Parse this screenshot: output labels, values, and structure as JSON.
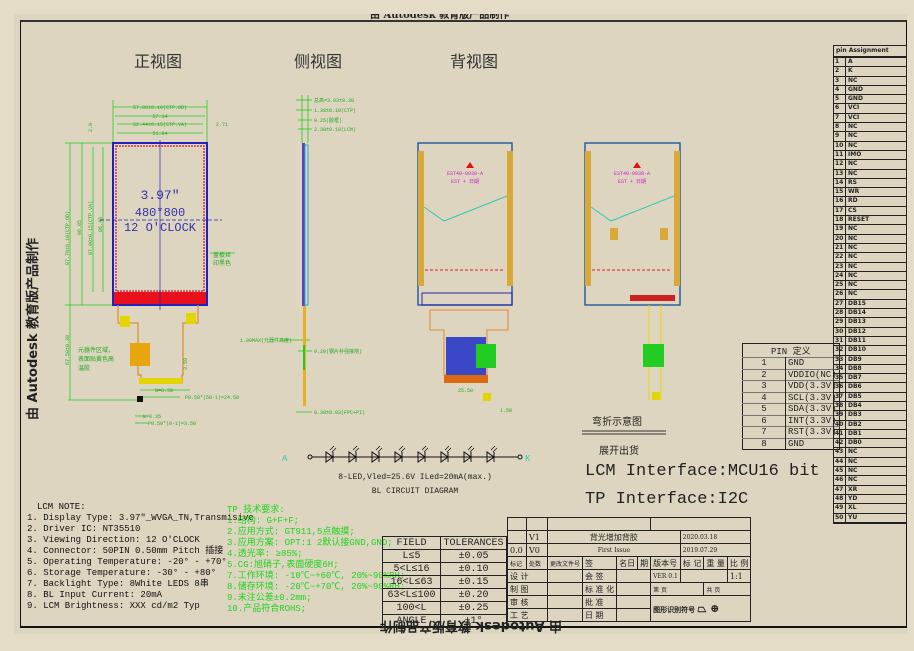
{
  "watermark_top": "由 Autodesk 教育版产品制作",
  "watermark_left": "由 Autodesk 教育版产品制作",
  "watermark_bottom": "由 Autodesk 教育版产品制作",
  "views": {
    "front": "正视图",
    "side": "侧视图",
    "back": "背视图"
  },
  "front": {
    "screen_size": "3.97″",
    "resolution": "480*800",
    "direction": "12 O'CLOCK",
    "dims": {
      "ctp_od_w": "57.86±0.10(CTP.OD)",
      "w2": "57.14",
      "ctp_va_w": "52.44±0.15(CTP.VA)",
      "aa_w": "51.84",
      "offset": "2.71",
      "top_off": "2.9",
      "ctp_od_h": "97.70±0.10(CTP.OD)",
      "h2": "96.85",
      "ctp_va_h": "87.00±0.15(CTP.VA)",
      "aa_h": "86.40",
      "fpc_len": "67.50±0.30",
      "w1": "W=0.30",
      "p1": "P0.50*(50-1)=24.50",
      "w2b": "W=0.35",
      "p2": "P0.50*(8-1)=3.50",
      "h350": "3.50"
    },
    "cover_note_1": "盖板丝",
    "cover_note_2": "印黑色",
    "component_note_1": "元器件区域，",
    "component_note_2": "表面贴黄色高",
    "component_note_3": "温胶"
  },
  "side": {
    "total": "总高=3.93±0.30",
    "ctp": "1.38±0.10(CTP)",
    "frame": "0.25(胶框)",
    "lcm": "2.30±0.10(LCM)",
    "comp": "1.00MAX(元器件高度)",
    "stiff": "0.20(钢片补强接地)",
    "fpc": "0.30±0.03(FPC+PI)"
  },
  "back": {
    "label1": "EST40-0038-A",
    "label2": "EST + 日期",
    "dim1": "25.50",
    "dim2": "1.50",
    "bend": "弯折示意图",
    "unfold": "展开出货"
  },
  "bl_circuit": {
    "anode": "A",
    "cathode": "K",
    "spec": "8-LED,Vled=25.6V ILed=20mA(max.)",
    "title": "BL CIRCUIT DIAGRAM"
  },
  "pin_def": {
    "header": "PIN 定义",
    "rows": [
      [
        "1",
        "GND"
      ],
      [
        "2",
        "VDDIO(NC)"
      ],
      [
        "3",
        "VDD(3.3V)"
      ],
      [
        "4",
        "SCL(3.3V)"
      ],
      [
        "5",
        "SDA(3.3V)"
      ],
      [
        "6",
        "INT(3.3V)"
      ],
      [
        "7",
        "RST(3.3V)"
      ],
      [
        "8",
        "GND"
      ]
    ]
  },
  "interfaces": {
    "lcm": "LCM Interface:MCU16 bit",
    "tp": "TP Interface:I2C"
  },
  "pin_assignment": {
    "header": "pin Assignment",
    "rows": [
      "A",
      "K",
      "NC",
      "GND",
      "GND",
      "VCI",
      "VCI",
      "NC",
      "NC",
      "NC",
      "IMO",
      "NC",
      "NC",
      "RS",
      "WR",
      "RD",
      "CS",
      "RESET",
      "NC",
      "NC",
      "NC",
      "NC",
      "NC",
      "NC",
      "NC",
      "NC",
      "DB15",
      "DB14",
      "DB13",
      "DB12",
      "DB11",
      "DB10",
      "DB9",
      "DB8",
      "DB7",
      "DB6",
      "DB5",
      "DB4",
      "DB3",
      "DB2",
      "DB1",
      "DB0",
      "NC",
      "NC",
      "NC",
      "NC",
      "XR",
      "YD",
      "XL",
      "YU"
    ]
  },
  "lcm_note": {
    "title": "LCM NOTE:",
    "items": [
      "1. Display Type: 3.97\"_WVGA_TN,Transmisive",
      "2. Driver IC: NT35510",
      "3. Viewing Direction: 12 O'CLOCK",
      "4. Connector: 50PIN 0.50mm Pitch 插接",
      "5. Operating Temperature: -20° -  +70°",
      "6. Storage Temperature: -30° -  +80°",
      "7. Backlight Type: 8White LEDS 8串",
      "8. BL Input Current: 20mA",
      "9. LCM Brightness: XXX cd/m2  Typ"
    ]
  },
  "tp_note": {
    "title": "TP 技术要求:",
    "items": [
      "1.结构: G+F+F;",
      "2.应用方式: GT911,5点触摸;",
      "3.应用方案: OPT:1 2默认接GND,GND;",
      "4.透光率: ≥85%;",
      "5.CG:旭硝子,表面硬度6H;",
      "7.工作环境: -10℃~+60℃, 20%~90%RH;",
      "8.储存环境: -20℃~+70℃, 20%~90%RH;",
      "9.未注公差±0.2mm;",
      "10.产品符合ROHS;"
    ]
  },
  "tolerances": {
    "headers": [
      "FIELD",
      "TOLERANCES"
    ],
    "rows": [
      [
        "L≤5",
        "±0.05"
      ],
      [
        "5<L≤16",
        "±0.10"
      ],
      [
        "16<L≤63",
        "±0.15"
      ],
      [
        "63<L≤100",
        "±0.20"
      ],
      [
        "100<L",
        "±0.25"
      ],
      [
        "ANGLE",
        "±1°"
      ]
    ]
  },
  "title_block": {
    "rev1": {
      "ver": "V1",
      "desc": "背光增加背胶",
      "date": "2020.03.18"
    },
    "rev0": {
      "mark": "0.0",
      "ver": "V0",
      "desc": "First Issue",
      "date": "2019.07.29"
    },
    "h": {
      "mark": "标记",
      "count": "处数",
      "doc": "更改文件号",
      "sign": "签",
      "name_date": "名日",
      "date": "期",
      "version": "版本号",
      "mark2": "标 记",
      "weight": "重 量",
      "scale": "比 例"
    },
    "design": "设 计",
    "countersign": "会 签",
    "ver_val": "VER 0.1",
    "scale_val": "1:1",
    "draw": "制 图",
    "standard": "标 准 化",
    "page": "第     页",
    "total": "共     页",
    "review": "审 核",
    "approve": "批 准",
    "symbol": "图形识别符号",
    "process": "工 艺",
    "date_lbl": "日 期"
  }
}
